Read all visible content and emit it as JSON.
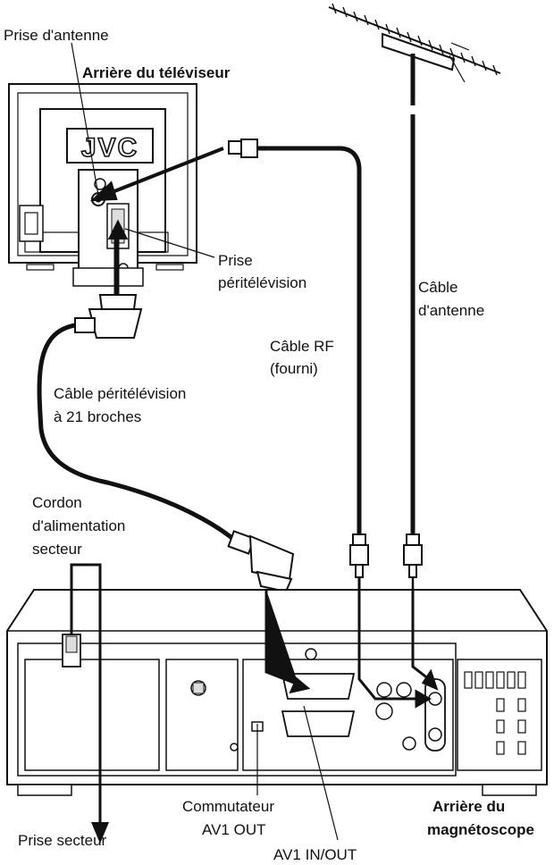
{
  "labels": {
    "tv_antenna_jack": "Prise d'antenne",
    "tv_rear": "Arrière du téléviseur",
    "scart_jack_1": "Prise",
    "scart_jack_2": "péritélévision",
    "antenna_cable_1": "Câble",
    "antenna_cable_2": "d'antenne",
    "rf_cable_1": "Câble RF",
    "rf_cable_2": "(fourni)",
    "scart_cable_1": "Câble péritélévision",
    "scart_cable_2": "à 21 broches",
    "power_cord_1": "Cordon",
    "power_cord_2": "d'alimentation",
    "power_cord_3": "secteur",
    "switch_1": "Commutateur",
    "switch_2": "AV1 OUT",
    "vcr_rear_1": "Arrière du",
    "vcr_rear_2": "magnétoscope",
    "mains_socket": "Prise secteur",
    "av1_inout": "AV1 IN/OUT"
  },
  "tv_logo": "JVC"
}
